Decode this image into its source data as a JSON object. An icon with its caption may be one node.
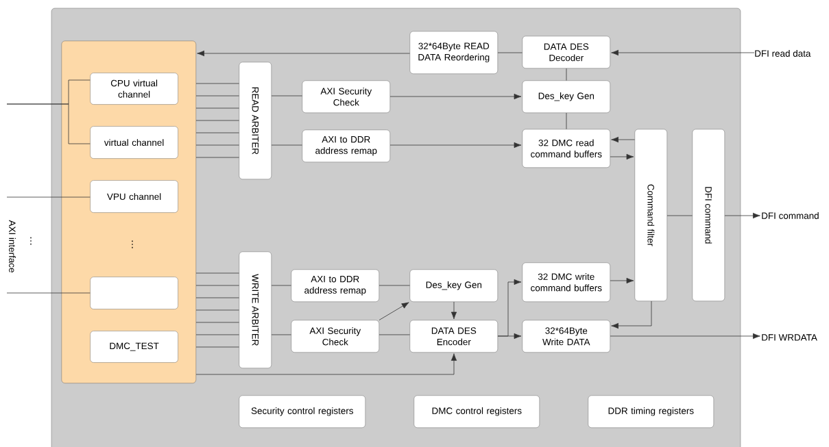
{
  "diagram": {
    "nodes": [
      {
        "text": [],
        "shape": "box"
      },
      {
        "text": [],
        "shape": "box",
        "in": 0
      },
      {
        "text": [
          "CPU virtual channel"
        ],
        "in": 1
      },
      {
        "text": [
          "virtual channel"
        ],
        "in": 1
      },
      {
        "text": [
          "VPU channel"
        ],
        "in": 1
      },
      {
        "text": [],
        "shape": "box",
        "in": 1
      },
      {
        "text": [
          "DMC_TEST"
        ],
        "in": 1
      },
      {
        "text": [
          "READ ARBITER"
        ],
        "in": 0
      },
      {
        "text": [
          "WRITE ARBITER"
        ],
        "in": 0
      },
      {
        "text": [
          "32*64Byte READ DATA Reordering"
        ],
        "in": 0
      },
      {
        "text": [
          "DATA DES Decoder"
        ],
        "in": 0
      },
      {
        "text": [
          "AXI Security Check"
        ],
        "in": 0
      },
      {
        "text": [
          "Des_key Gen"
        ],
        "in": 0
      },
      {
        "text": [
          "AXI to DDR address remap"
        ],
        "in": 0
      },
      {
        "text": [
          "32 DMC read command buffers"
        ],
        "in": 0
      },
      {
        "text": [
          "Command filter"
        ],
        "in": 0
      },
      {
        "text": [
          "DFI command"
        ],
        "in": 0
      },
      {
        "text": [
          "AXI to DDR address remap"
        ],
        "in": 0
      },
      {
        "text": [
          "Des_key Gen"
        ],
        "in": 0
      },
      {
        "text": [
          "32 DMC write command buffers"
        ],
        "in": 0
      },
      {
        "text": [
          "AXI Security Check"
        ],
        "in": 0
      },
      {
        "text": [
          "DATA DES Encoder"
        ],
        "in": 0
      },
      {
        "text": [
          "32*64Byte Write DATA"
        ],
        "in": 0
      },
      {
        "text": [
          "Security control registers"
        ],
        "in": 0
      },
      {
        "text": [
          "DMC control registers"
        ],
        "in": 0
      },
      {
        "text": [
          "DDR timing registers"
        ],
        "in": 0
      },
      {
        "text": [
          "DFI read data"
        ]
      },
      {
        "text": [
          "DFI command"
        ]
      },
      {
        "text": [
          "DFI WRDATA"
        ]
      }
    ],
    "edges": [
      {
        "from": null,
        "to": 2,
        "arrow": "none"
      },
      {
        "from": null,
        "to": 3,
        "arrow": "none"
      },
      {
        "from": null,
        "to": 4,
        "arrow": "none"
      },
      {
        "from": null,
        "to": 5,
        "arrow": "none"
      },
      {
        "from": 1,
        "to": 7,
        "arrow": "none"
      },
      {
        "from": 1,
        "to": 7,
        "arrow": "none"
      },
      {
        "from": 1,
        "to": 7,
        "arrow": "none"
      },
      {
        "from": 1,
        "to": 7,
        "arrow": "none"
      },
      {
        "from": 1,
        "to": 7,
        "arrow": "none"
      },
      {
        "from": 1,
        "to": 7,
        "arrow": "none"
      },
      {
        "from": 1,
        "to": 7,
        "arrow": "none"
      },
      {
        "from": 1,
        "to": 8,
        "arrow": "none"
      },
      {
        "from": 1,
        "to": 8,
        "arrow": "none"
      },
      {
        "from": 1,
        "to": 8,
        "arrow": "none"
      },
      {
        "from": 1,
        "to": 8,
        "arrow": "none"
      },
      {
        "from": 1,
        "to": 8,
        "arrow": "none"
      },
      {
        "from": 1,
        "to": 8,
        "arrow": "none"
      },
      {
        "from": 1,
        "to": 8,
        "arrow": "none"
      },
      {
        "from": 7,
        "to": 11,
        "arrow": "none"
      },
      {
        "from": 7,
        "to": 13,
        "arrow": "none"
      },
      {
        "from": 11,
        "to": 12,
        "arrow": "to"
      },
      {
        "from": 13,
        "to": 14,
        "arrow": "to"
      },
      {
        "from": 26,
        "to": 10,
        "arrow": "to"
      },
      {
        "from": 10,
        "to": 9,
        "arrow": "none"
      },
      {
        "from": 9,
        "to": 1,
        "arrow": "to"
      },
      {
        "from": 10,
        "to": 12,
        "arrow": "none"
      },
      {
        "from": 12,
        "to": 14,
        "arrow": "none"
      },
      {
        "from": 15,
        "to": 14,
        "arrow": "to"
      },
      {
        "from": 14,
        "to": 15,
        "arrow": "to"
      },
      {
        "from": 19,
        "to": 15,
        "arrow": "to"
      },
      {
        "from": 15,
        "to": 22,
        "arrow": "to"
      },
      {
        "from": 15,
        "to": 16,
        "arrow": "none"
      },
      {
        "from": 16,
        "to": 27,
        "arrow": "to"
      },
      {
        "from": 22,
        "to": 28,
        "arrow": "to"
      },
      {
        "from": 8,
        "to": 17,
        "arrow": "none"
      },
      {
        "from": 17,
        "to": 18,
        "arrow": "none"
      },
      {
        "from": 20,
        "to": 18,
        "arrow": "to"
      },
      {
        "from": 20,
        "to": 21,
        "arrow": "none"
      },
      {
        "from": 18,
        "to": 21,
        "arrow": "to"
      },
      {
        "from": 21,
        "to": 19,
        "arrow": "to"
      },
      {
        "from": 21,
        "to": 22,
        "arrow": "to"
      },
      {
        "from": 1,
        "to": 21,
        "arrow": "to"
      },
      {
        "from": 8,
        "to": 20,
        "arrow": "none"
      }
    ],
    "labels": [
      "AXI interface",
      "⋮",
      "⋮"
    ]
  }
}
